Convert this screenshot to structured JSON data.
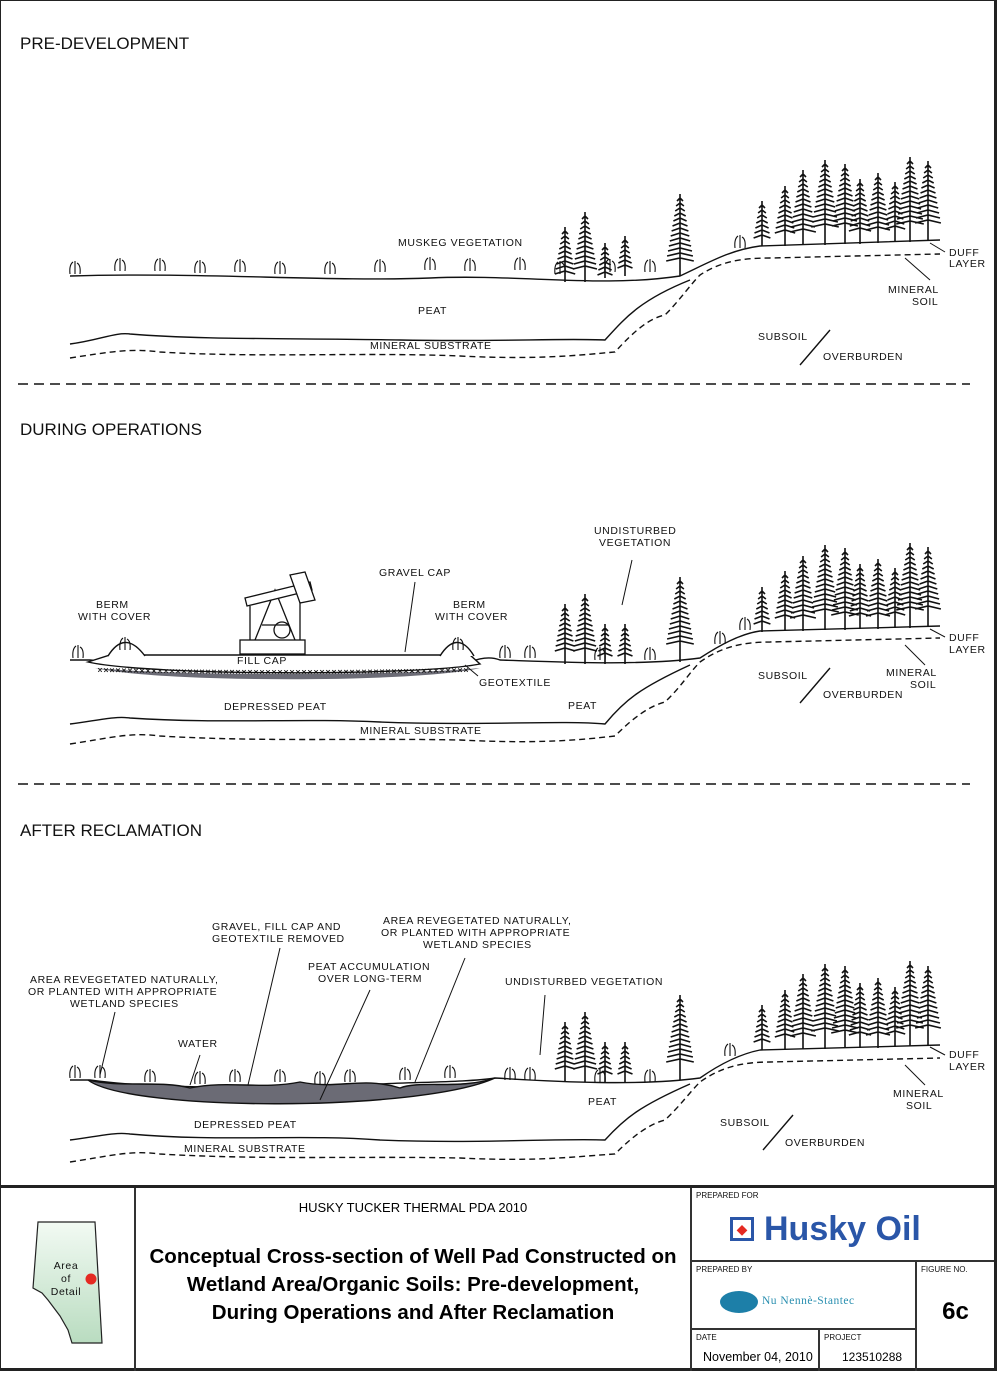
{
  "sections": [
    {
      "title": "PRE-DEVELOPMENT",
      "labels": {
        "muskeg": "MUSKEG VEGETATION",
        "peat": "PEAT",
        "mineral_substrate": "MINERAL SUBSTRATE",
        "duff1": "DUFF",
        "duff2": "LAYER",
        "mineral_soil1": "MINERAL",
        "mineral_soil2": "SOIL",
        "subsoil": "SUBSOIL",
        "overburden": "OVERBURDEN"
      }
    },
    {
      "title": "DURING OPERATIONS",
      "labels": {
        "undisturbed1": "UNDISTURBED",
        "undisturbed2": "VEGETATION",
        "gravel_cap": "GRAVEL CAP",
        "berm_l1": "BERM",
        "berm_l2": "WITH COVER",
        "berm_r1": "BERM",
        "berm_r2": "WITH COVER",
        "fill_cap": "FILL CAP",
        "geotextile": "GEOTEXTILE",
        "depressed_peat": "DEPRESSED PEAT",
        "peat": "PEAT",
        "mineral_substrate": "MINERAL SUBSTRATE",
        "duff1": "DUFF",
        "duff2": "LAYER",
        "mineral_soil1": "MINERAL",
        "mineral_soil2": "SOIL",
        "subsoil": "SUBSOIL",
        "overburden": "OVERBURDEN"
      }
    },
    {
      "title": "AFTER RECLAMATION",
      "labels": {
        "gravel1": "GRAVEL, FILL CAP AND",
        "gravel2": "GEOTEXTILE REMOVED",
        "reveg_c1": "AREA REVEGETATED NATURALLY,",
        "reveg_c2": "OR PLANTED WITH APPROPRIATE",
        "reveg_c3": "WETLAND SPECIES",
        "reveg_l1": "AREA REVEGETATED NATURALLY,",
        "reveg_l2": "OR PLANTED WITH APPROPRIATE",
        "reveg_l3": "WETLAND SPECIES",
        "peat_acc1": "PEAT ACCUMULATION",
        "peat_acc2": "OVER LONG-TERM",
        "undisturbed": "UNDISTURBED VEGETATION",
        "water": "WATER",
        "peat": "PEAT",
        "depressed_peat": "DEPRESSED PEAT",
        "mineral_substrate": "MINERAL SUBSTRATE",
        "duff1": "DUFF",
        "duff2": "LAYER",
        "mineral_soil1": "MINERAL",
        "mineral_soil2": "SOIL",
        "subsoil": "SUBSOIL",
        "overburden": "OVERBURDEN"
      }
    }
  ],
  "title_block": {
    "map_label": [
      "Area",
      "of",
      "Detail"
    ],
    "project_name": "HUSKY TUCKER THERMAL PDA 2010",
    "figure_title": [
      "Conceptual Cross-section of Well Pad Constructed on",
      "Wetland Area/Organic Soils: Pre-development,",
      "During Operations and After Reclamation"
    ],
    "prepared_for_label": "PREPARED FOR",
    "client_logo": "Husky Oil",
    "prepared_by_label": "PREPARED BY",
    "consultant_logo": "Nu Nennè-Stantec",
    "figure_no_label": "FIGURE  NO.",
    "figure_no": "6c",
    "date_label": "DATE",
    "date": "November 04, 2010",
    "project_label": "PROJECT",
    "project_no": "123510288"
  },
  "colors": {
    "husky_blue": "#2a56a8",
    "stantec_teal": "#2a8fb0",
    "map_fill": "#cfe8d4",
    "marker_red": "#e52a22",
    "peat_gray": "#6b6b75"
  }
}
